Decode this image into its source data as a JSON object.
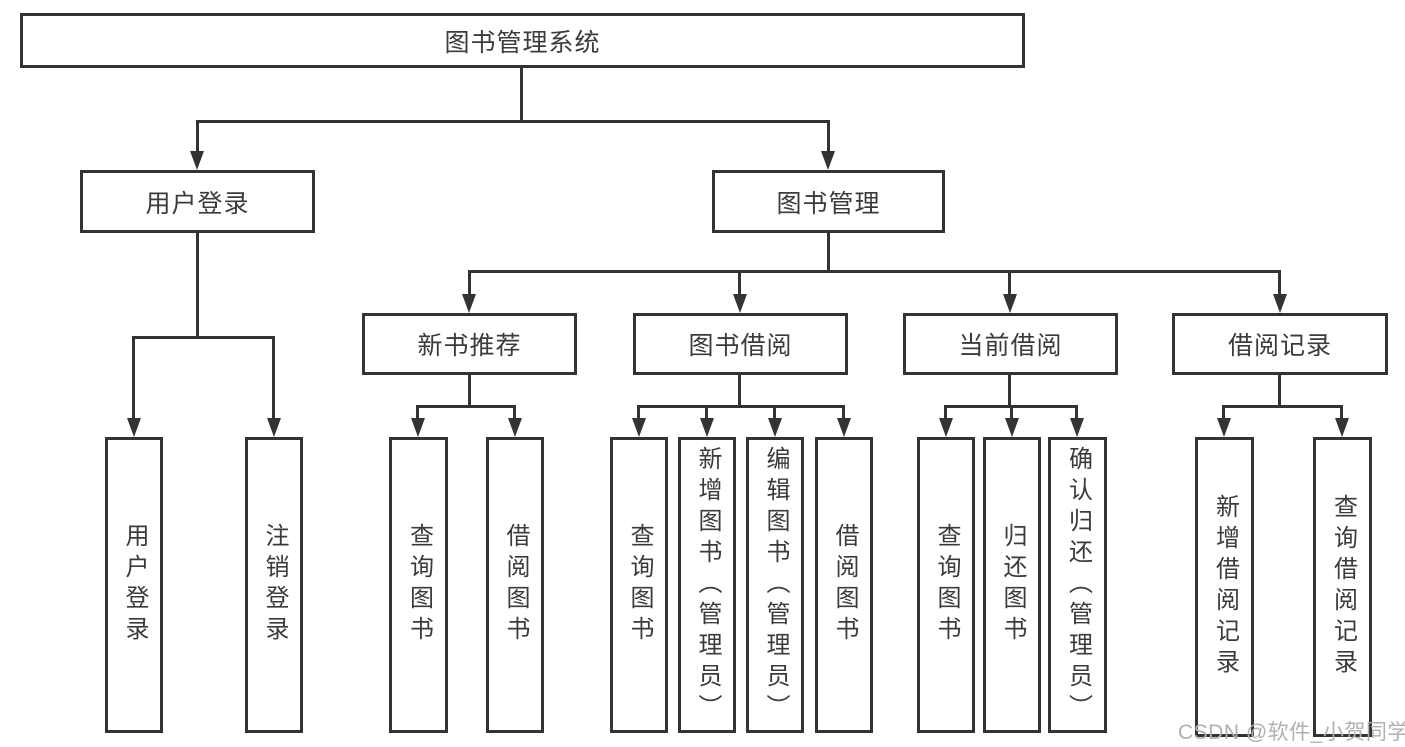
{
  "root": {
    "label": "图书管理系统"
  },
  "branches": [
    {
      "label": "用户登录",
      "children": [
        {
          "label": "用户登录"
        },
        {
          "label": "注销登录"
        }
      ]
    },
    {
      "label": "图书管理",
      "children": [
        {
          "label": "新书推荐",
          "children": [
            {
              "label": "查询图书"
            },
            {
              "label": "借阅图书"
            }
          ]
        },
        {
          "label": "图书借阅",
          "children": [
            {
              "label": "查询图书"
            },
            {
              "label": "新增图书（管理员）"
            },
            {
              "label": "编辑图书（管理员）"
            },
            {
              "label": "借阅图书"
            }
          ]
        },
        {
          "label": "当前借阅",
          "children": [
            {
              "label": "查询图书"
            },
            {
              "label": "归还图书"
            },
            {
              "label": "确认归还（管理员）"
            }
          ]
        },
        {
          "label": "借阅记录",
          "children": [
            {
              "label": "新增借阅记录"
            },
            {
              "label": "查询借阅记录"
            }
          ]
        }
      ]
    }
  ],
  "watermark": "CSDN @软件_小贺同学",
  "colors": {
    "line": "#333333",
    "text": "#3b3b3b",
    "watermark": "#b0b0b0",
    "background": "#ffffff"
  }
}
